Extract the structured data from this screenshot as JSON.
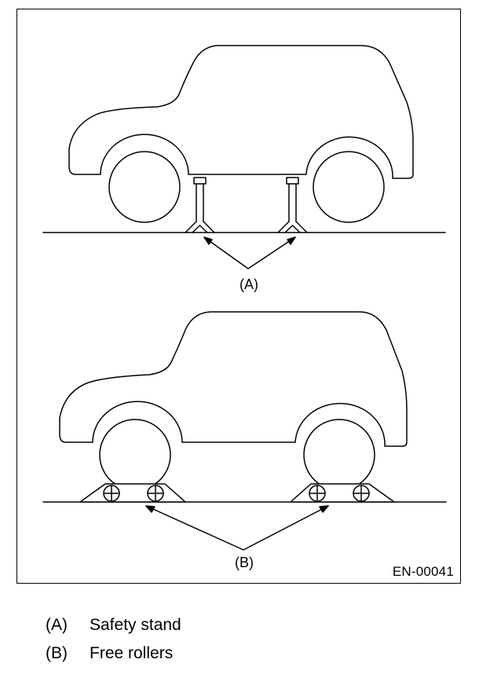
{
  "diagram": {
    "label_a": "(A)",
    "label_b": "(B)",
    "figure_id": "EN-00041"
  },
  "legend": [
    {
      "key": "(A)",
      "text": "Safety stand"
    },
    {
      "key": "(B)",
      "text": "Free rollers"
    }
  ]
}
